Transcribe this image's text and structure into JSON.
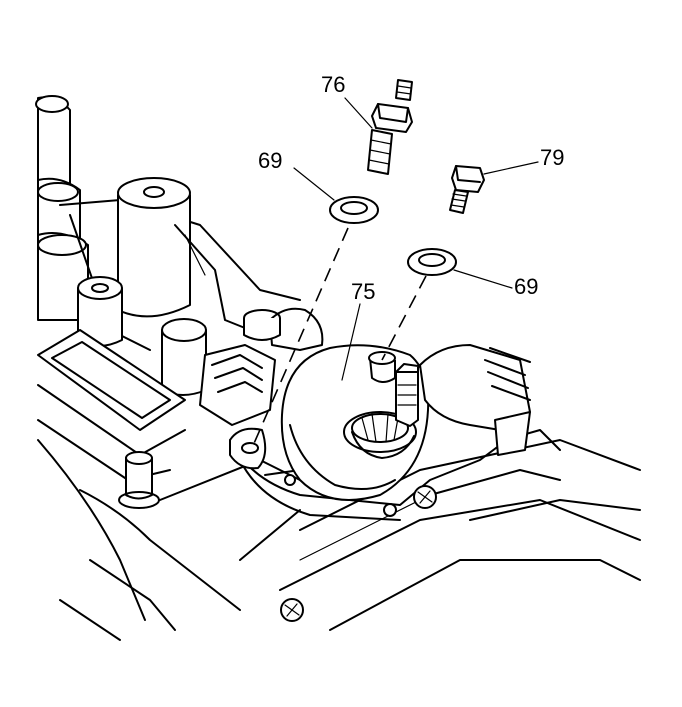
{
  "figure": {
    "callouts": [
      {
        "id": "76",
        "text": "76"
      },
      {
        "id": "69a",
        "text": "69"
      },
      {
        "id": "79",
        "text": "79"
      },
      {
        "id": "75",
        "text": "75"
      },
      {
        "id": "69b",
        "text": "69"
      }
    ],
    "colors": {
      "line": "#000000",
      "background": "#ffffff"
    }
  }
}
